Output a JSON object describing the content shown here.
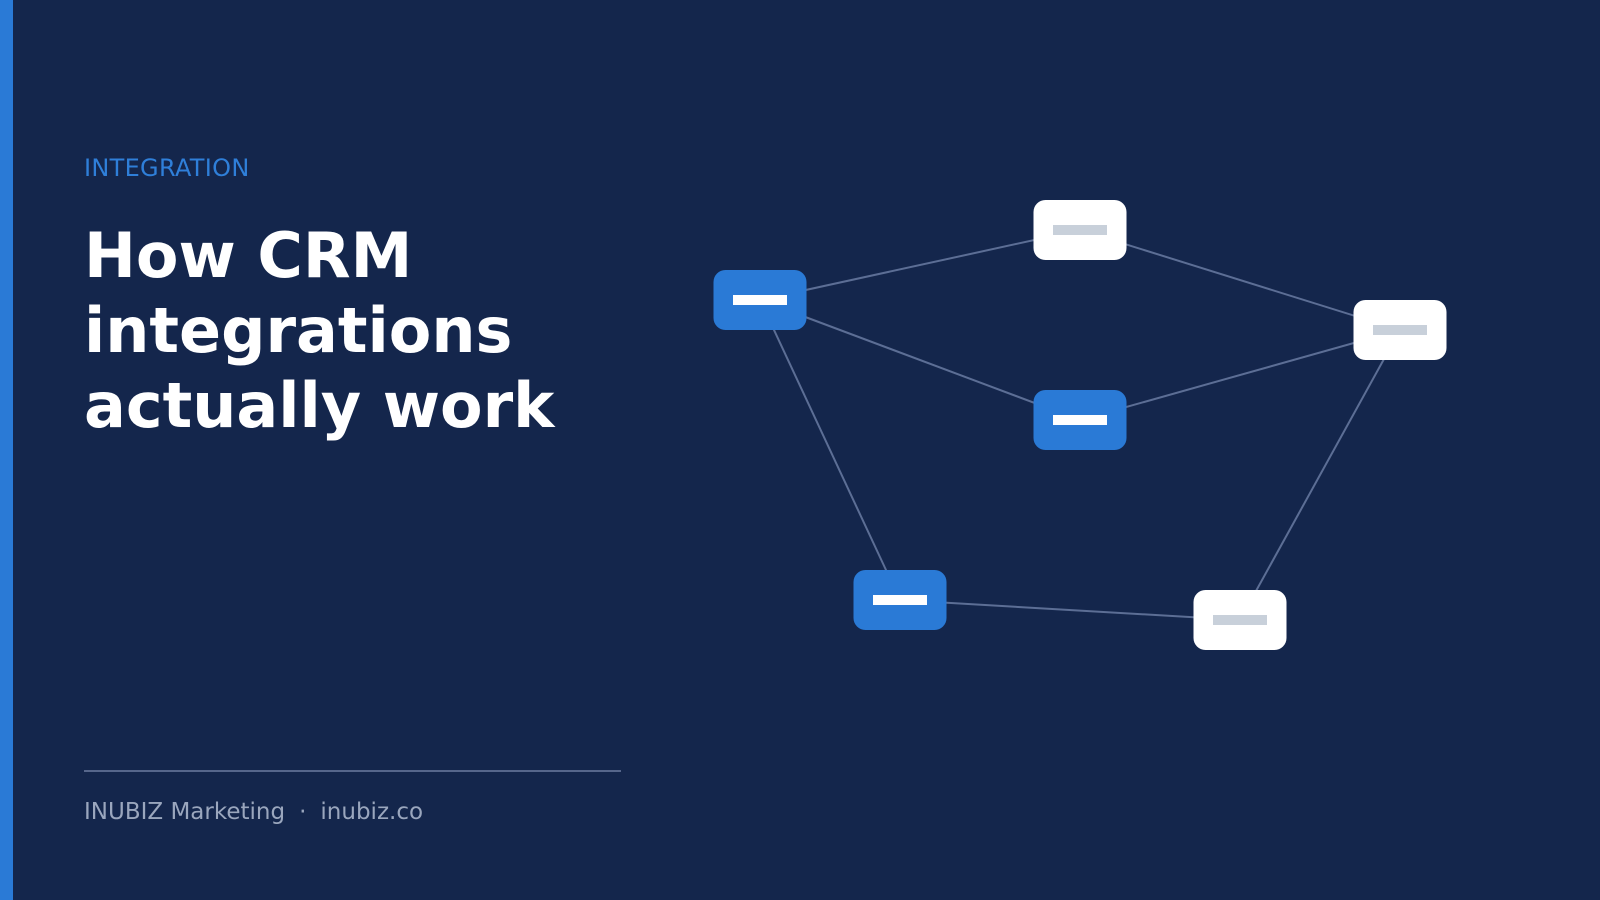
{
  "slide": {
    "eyebrow": "INTEGRATION",
    "title_lines": [
      "How CRM",
      "integrations",
      "actually work"
    ],
    "footer": {
      "company": "INUBIZ Marketing",
      "separator": "·",
      "site": "inubiz.co"
    }
  },
  "colors": {
    "background": "#14264c",
    "accent": "#2a7ad6",
    "node_blue": "#2a7ad6",
    "node_white": "#ffffff",
    "node_blue_bar": "#ffffff",
    "node_white_bar": "#c8d0da",
    "edge": "#5c6e95"
  },
  "diagram": {
    "nodes": [
      {
        "id": "n1",
        "style": "blue"
      },
      {
        "id": "n2",
        "style": "white"
      },
      {
        "id": "n3",
        "style": "blue"
      },
      {
        "id": "n4",
        "style": "white"
      },
      {
        "id": "n5",
        "style": "blue"
      },
      {
        "id": "n6",
        "style": "white"
      }
    ],
    "edges": [
      [
        "n1",
        "n2"
      ],
      [
        "n1",
        "n3"
      ],
      [
        "n1",
        "n5"
      ],
      [
        "n2",
        "n4"
      ],
      [
        "n3",
        "n4"
      ],
      [
        "n4",
        "n6"
      ],
      [
        "n5",
        "n6"
      ]
    ]
  }
}
